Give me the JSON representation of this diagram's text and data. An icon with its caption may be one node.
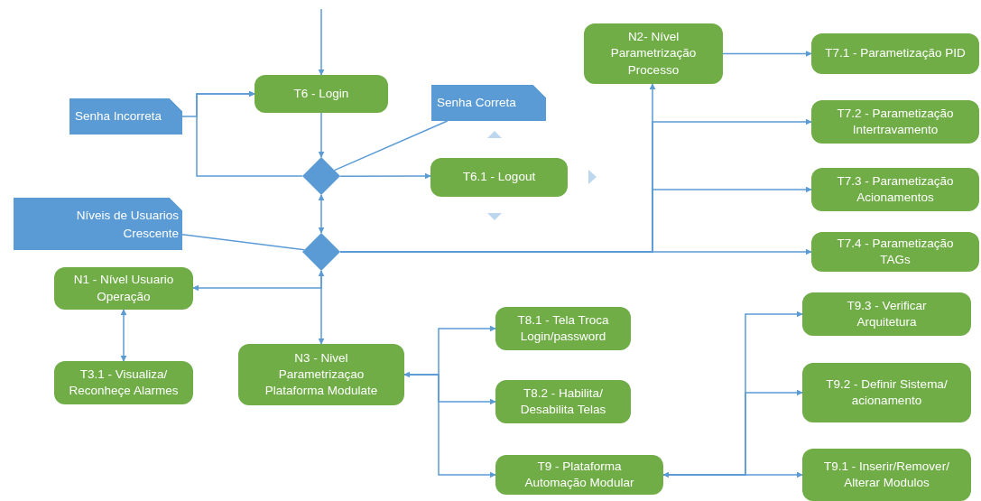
{
  "diagram": {
    "nodes": [
      {
        "text": [
          "T6 - Login"
        ]
      },
      {
        "text": [
          "Senha Incorreta"
        ]
      },
      {
        "text": [
          "Senha Correta"
        ]
      },
      {
        "text": [],
        "shape": "diamond"
      },
      {
        "text": [
          "T6.1 - Logout"
        ]
      },
      {
        "text": [
          "Níveis de Usuarios Crescente"
        ]
      },
      {
        "text": [],
        "shape": "diamond"
      },
      {
        "text": [
          "N2- Nível Parametrização Processo"
        ]
      },
      {
        "text": [
          "T7.1 - Parametização PID"
        ]
      },
      {
        "text": [
          "T7.2 - Parametização Intertravamento"
        ]
      },
      {
        "text": [
          "T7.3 - Parametização Acionamentos"
        ]
      },
      {
        "text": [
          "T7.4 - Parametização TAGs"
        ]
      },
      {
        "text": [
          "N1 - Nível Usuario Operação"
        ]
      },
      {
        "text": [
          "T3.1 - Visualiza/ Reconheçe Alarmes"
        ]
      },
      {
        "text": [
          "N3 - Nivel Parametrizaçao Plataforma Modulate"
        ]
      },
      {
        "text": [
          "T8.1 - Tela Troca Login/password"
        ]
      },
      {
        "text": [
          "T8.2 - Habilita/ Desabilita Telas"
        ]
      },
      {
        "text": [
          "T9 - Plataforma Automação Modular"
        ]
      },
      {
        "text": [
          "T9.3 - Verificar Arquitetura"
        ]
      },
      {
        "text": [
          "T9.2 - Definir Sistema/ acionamento"
        ]
      },
      {
        "text": [
          "T9.1 - Inserir/Remover/ Alterar Modulos"
        ]
      }
    ],
    "edges": [
      {
        "from": null,
        "to": 0,
        "arrow": "to"
      },
      {
        "from": 1,
        "to": 0,
        "arrow": "to"
      },
      {
        "from": 3,
        "to": 0,
        "arrow": "to"
      },
      {
        "from": 0,
        "to": 3,
        "arrow": "to"
      },
      {
        "from": 2,
        "to": 3,
        "arrow": "none"
      },
      {
        "from": 3,
        "to": 4,
        "arrow": "to"
      },
      {
        "from": 3,
        "to": 6,
        "arrow": "both"
      },
      {
        "from": 5,
        "to": 6,
        "arrow": "none"
      },
      {
        "from": 6,
        "to": 7,
        "arrow": "to"
      },
      {
        "from": 6,
        "to": 11,
        "arrow": "to"
      },
      {
        "from": 7,
        "to": 8,
        "arrow": "to"
      },
      {
        "from": 6,
        "to": 9,
        "arrow": "to"
      },
      {
        "from": 6,
        "to": 10,
        "arrow": "to"
      },
      {
        "from": 6,
        "to": 12,
        "arrow": "to"
      },
      {
        "from": 6,
        "to": 14,
        "arrow": "both"
      },
      {
        "from": 12,
        "to": 13,
        "arrow": "both"
      },
      {
        "from": 14,
        "to": 15,
        "arrow": "to"
      },
      {
        "from": 14,
        "to": 16,
        "arrow": "to"
      },
      {
        "from": 14,
        "to": 17,
        "arrow": "both"
      },
      {
        "from": 17,
        "to": 20,
        "arrow": "both"
      },
      {
        "from": 17,
        "to": 18,
        "arrow": "to"
      },
      {
        "from": 17,
        "to": 19,
        "arrow": "to"
      }
    ]
  }
}
